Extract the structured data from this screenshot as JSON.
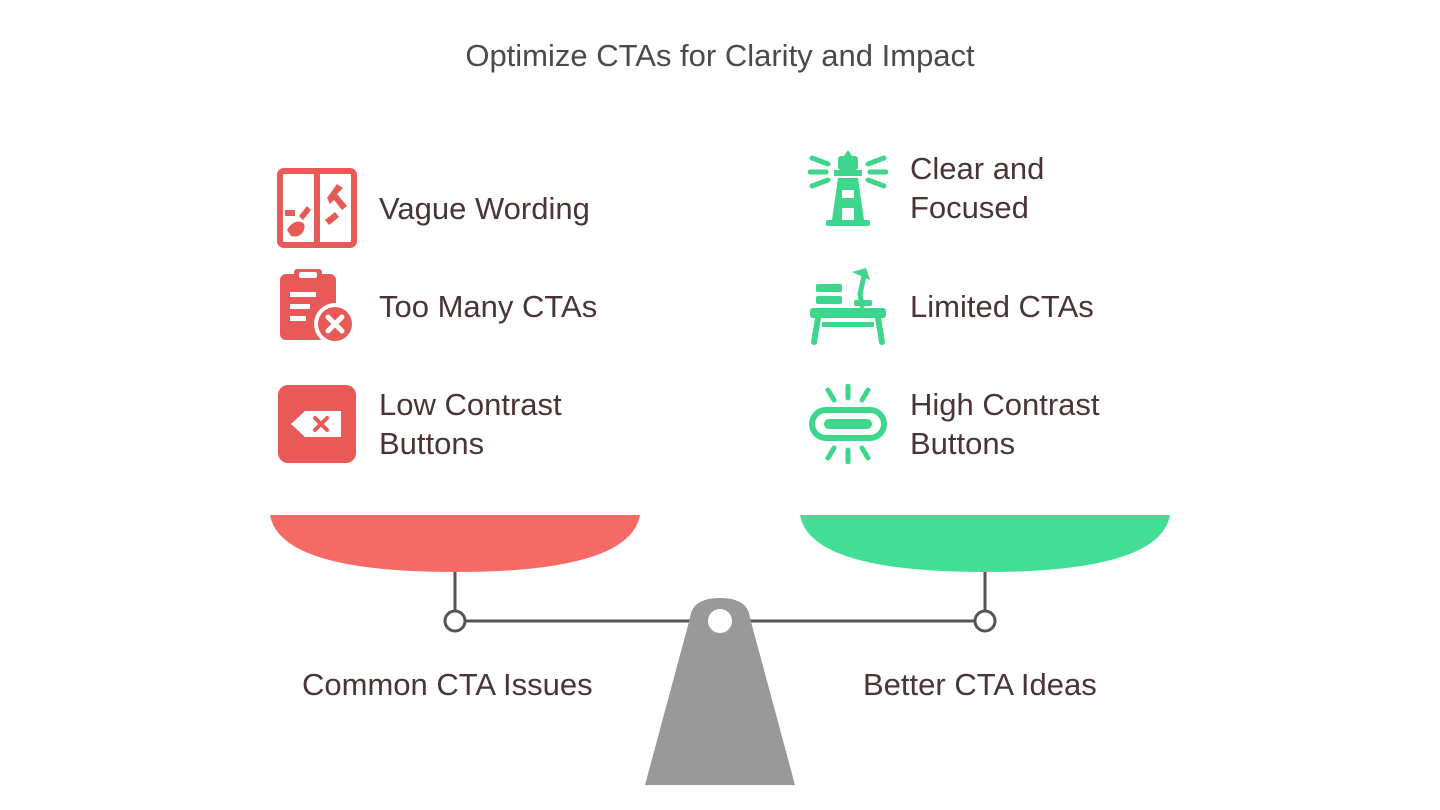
{
  "title": "Optimize CTAs for Clarity and Impact",
  "colors": {
    "issue": "#e85a57",
    "issue_pan": "#f56a64",
    "idea": "#3dd68c",
    "idea_pan": "#43de95",
    "stand": "#999999",
    "beam": "#555555",
    "text": "#4a3434"
  },
  "left": {
    "label": "Common CTA Issues",
    "items": [
      {
        "lines": [
          "Vague Wording"
        ],
        "icon": "confusing-signs-icon"
      },
      {
        "lines": [
          "Too Many CTAs"
        ],
        "icon": "clipboard-cross-icon"
      },
      {
        "lines": [
          "Low Contrast",
          "Buttons"
        ],
        "icon": "backspace-button-icon"
      }
    ]
  },
  "right": {
    "label": "Better CTA Ideas",
    "items": [
      {
        "lines": [
          "Clear and",
          "Focused"
        ],
        "icon": "lighthouse-icon"
      },
      {
        "lines": [
          "Limited CTAs"
        ],
        "icon": "desk-lamp-icon"
      },
      {
        "lines": [
          "High Contrast",
          "Buttons"
        ],
        "icon": "glowing-button-icon"
      }
    ]
  }
}
